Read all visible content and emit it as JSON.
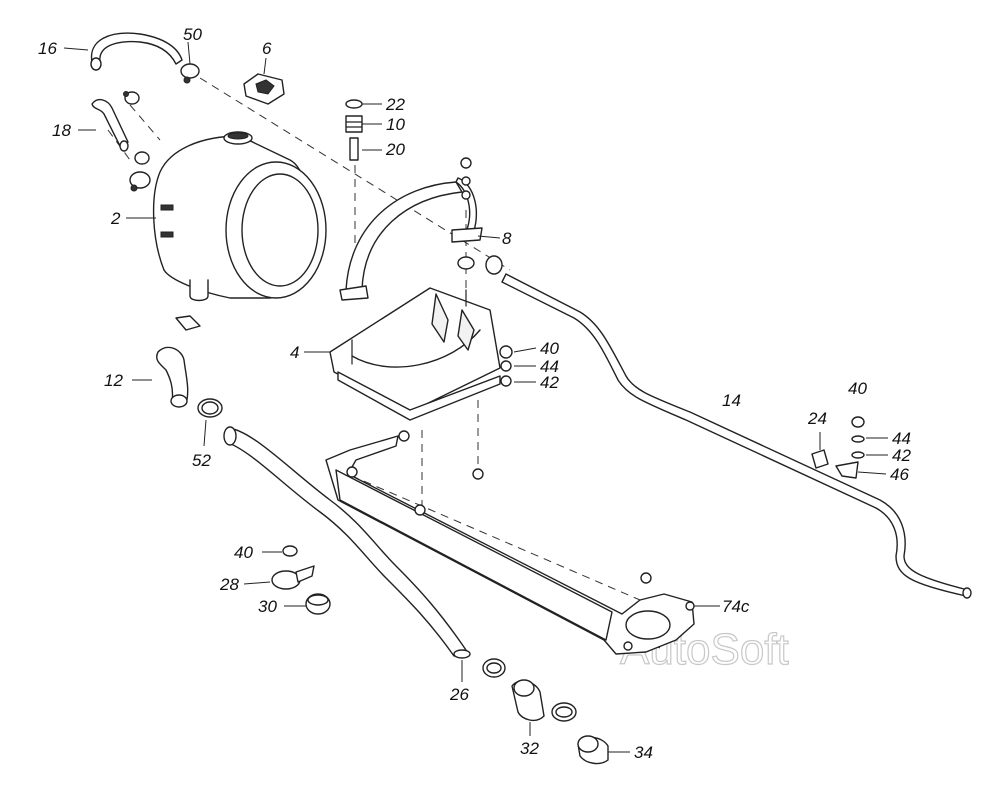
{
  "labels": {
    "l16": "16",
    "l50": "50",
    "l6": "6",
    "l18": "18",
    "l2": "2",
    "l22": "22",
    "l10": "10",
    "l20": "20",
    "l8": "8",
    "l4": "4",
    "l40a": "40",
    "l44a": "44",
    "l42a": "42",
    "l12": "12",
    "l52": "52",
    "l14": "14",
    "l40b": "40",
    "l24": "24",
    "l44b": "44",
    "l42b": "42",
    "l46": "46",
    "l40c": "40",
    "l28": "28",
    "l30": "30",
    "l74": "74с",
    "l26": "26",
    "l32": "32",
    "l34": "34"
  },
  "watermark": "AutoSoft"
}
